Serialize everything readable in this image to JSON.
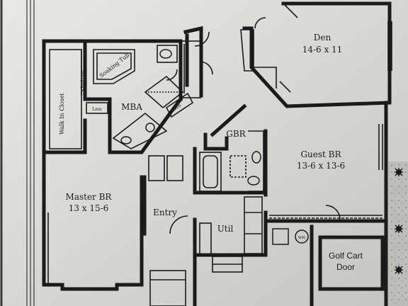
{
  "rooms": {
    "den": {
      "name": "Den",
      "size": "14-6 x 11"
    },
    "mba": {
      "name": "MBA"
    },
    "gbr": {
      "name": "GBR"
    },
    "guest_br": {
      "name": "Guest BR",
      "size": "13-6 x 13-6"
    },
    "master_br": {
      "name": "Master BR",
      "size": "13 x 15-6"
    },
    "entry": {
      "name": "Entry"
    },
    "util": {
      "name": "Util"
    },
    "golf_cart": {
      "line1": "Golf Cart",
      "line2": "Door"
    },
    "walk_in_closet": {
      "name": "Walk In Closet"
    },
    "shelves": {
      "name": "Shelves"
    },
    "soaking_tub": {
      "name": "Soaking Tub"
    },
    "linen_1": {
      "name": "Lmn"
    },
    "linen_2": {
      "name": "Lmn"
    },
    "water_heater": {
      "name": "ww"
    }
  },
  "colors": {
    "paper": "#d9d9d4",
    "ink": "#1b1b1b"
  },
  "icons": [
    "plant-icon",
    "door-swing-icon",
    "toilet-icon",
    "sink-icon",
    "water-heater-icon"
  ]
}
